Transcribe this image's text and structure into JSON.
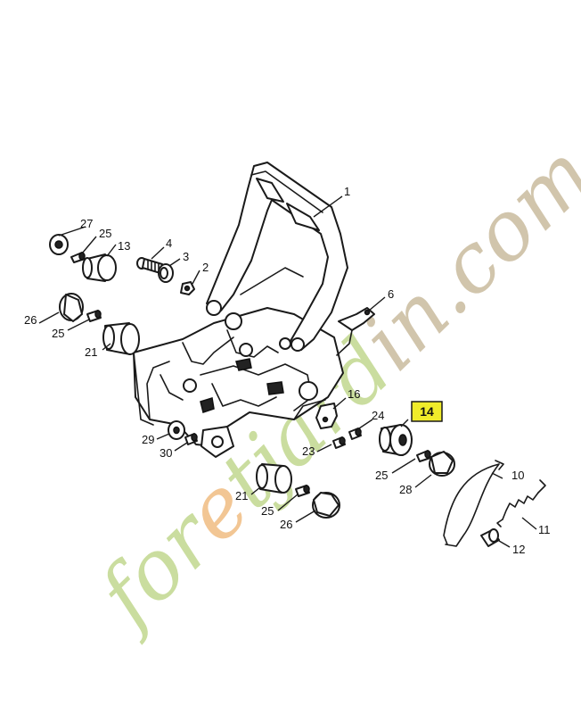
{
  "watermark": {
    "text": "foretjardin.com",
    "colors": {
      "green": "#c8dc9a",
      "brown": "#cfc2a8",
      "orange": "#f2c48f"
    }
  },
  "highlight": {
    "label": "14",
    "color": "#f0ec2a"
  },
  "callouts": [
    {
      "id": "1",
      "label": "1"
    },
    {
      "id": "2",
      "label": "2"
    },
    {
      "id": "3",
      "label": "3"
    },
    {
      "id": "4",
      "label": "4"
    },
    {
      "id": "6",
      "label": "6"
    },
    {
      "id": "10",
      "label": "10"
    },
    {
      "id": "11",
      "label": "11"
    },
    {
      "id": "12",
      "label": "12"
    },
    {
      "id": "13",
      "label": "13"
    },
    {
      "id": "16",
      "label": "16"
    },
    {
      "id": "21a",
      "label": "21"
    },
    {
      "id": "21b",
      "label": "21"
    },
    {
      "id": "23",
      "label": "23"
    },
    {
      "id": "24",
      "label": "24"
    },
    {
      "id": "25a",
      "label": "25"
    },
    {
      "id": "25b",
      "label": "25"
    },
    {
      "id": "25c",
      "label": "25"
    },
    {
      "id": "25d",
      "label": "25"
    },
    {
      "id": "26a",
      "label": "26"
    },
    {
      "id": "26b",
      "label": "26"
    },
    {
      "id": "27",
      "label": "27"
    },
    {
      "id": "28",
      "label": "28"
    },
    {
      "id": "29",
      "label": "29"
    },
    {
      "id": "30",
      "label": "30"
    }
  ]
}
